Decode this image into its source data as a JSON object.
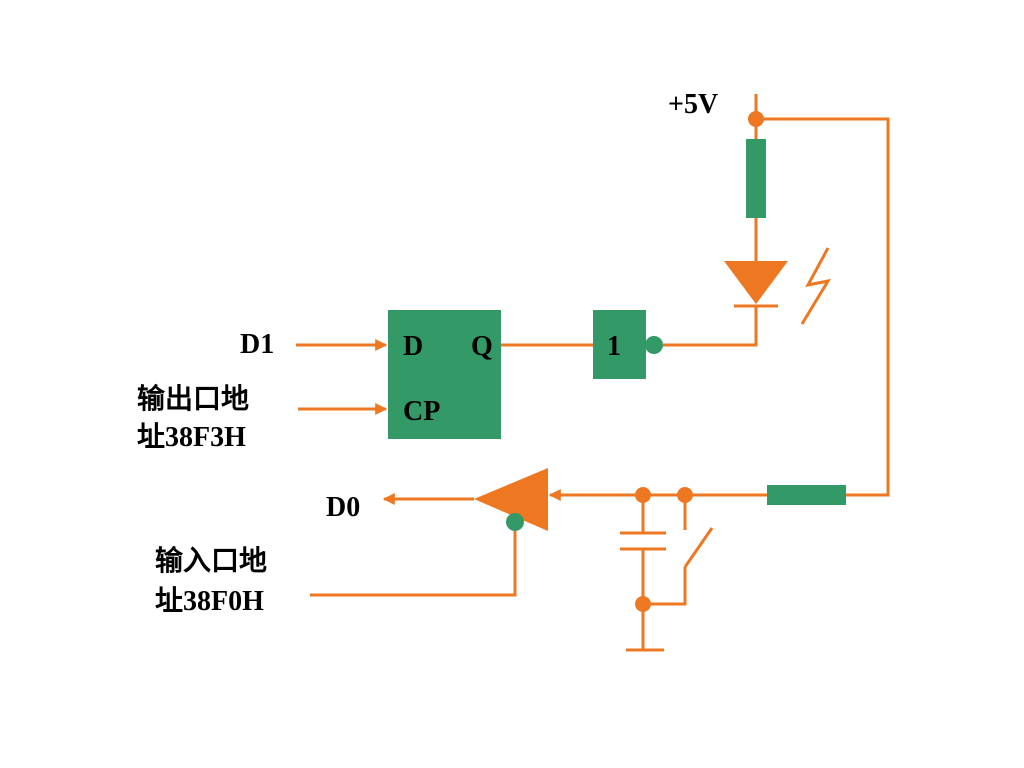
{
  "labels": {
    "d1": "D1",
    "out_addr_1": "输出口地",
    "out_addr_2": "址38F3H",
    "d0": "D0",
    "in_addr_1": "输入口地",
    "in_addr_2": "址38F0H",
    "vcc": "+5V"
  },
  "flipflop": {
    "d": "D",
    "q": "Q",
    "cp": "CP"
  },
  "inverter": {
    "label": "1"
  },
  "colors": {
    "wire": "#ee7722",
    "component": "#339966",
    "text": "#000000"
  }
}
